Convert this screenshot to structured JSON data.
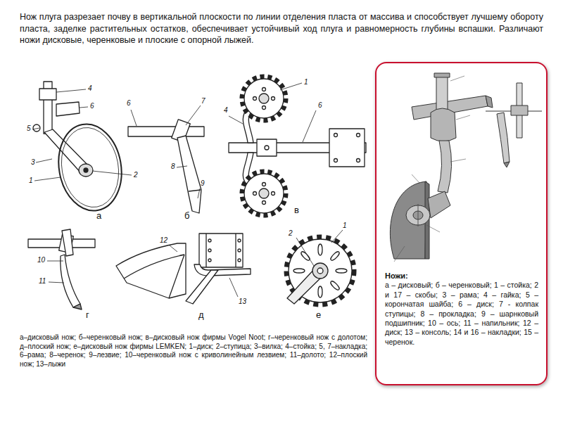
{
  "diagram": {
    "title": "Нож плуга разрезает почву в вертикальной плоскости по линии отделения пласта от массива и способствует лучшему обороту пласта, заделке растительных остатков, обеспечивает устойчивый ход плуга и равномерность глубины вспашки. Различают ножи дисковые, черенковые и плоские с опорной лыжей.",
    "caption": "а–дисковый нож; б–черенковый нож; в–дисковый нож фирмы Vogel Noot; г–черенковый нож с долотом; д–плоский нож; е–дисковый нож фирмы LEMKEN; 1–диск; 2–ступица; 3–вилка; 4–стойка; 5, 7–накладка; 6–рама; 8–черенок; 9–лезвие; 10–черенковый нож с криволинейным лезвием; 11–долото; 12–плоский нож; 13–лыжи",
    "nodes": [
      {
        "text": [
          "Ножи:",
          "а – дисковый; б – черенковый; 1 – стойка; 2 и 17 – скобы; 3 – рама; 4 – гайка; 5 – корончатая шайба; 6 – диск; 7 - колпак ступицы; 8 – прокладка; 9 – шарнковый подшипник; 10 – ось; 11 – напильник; 12 – диск; 13 – консоль; 14 и 16 – накладки; 15 – черенок."
        ]
      }
    ],
    "labels": [
      "а",
      "б",
      "в",
      "г",
      "д",
      "е",
      "4",
      "6",
      "5",
      "3",
      "1",
      "2",
      "6",
      "7",
      "8",
      "9",
      "1",
      "4",
      "6",
      "10",
      "11",
      "12",
      "13",
      "1",
      "2"
    ]
  }
}
